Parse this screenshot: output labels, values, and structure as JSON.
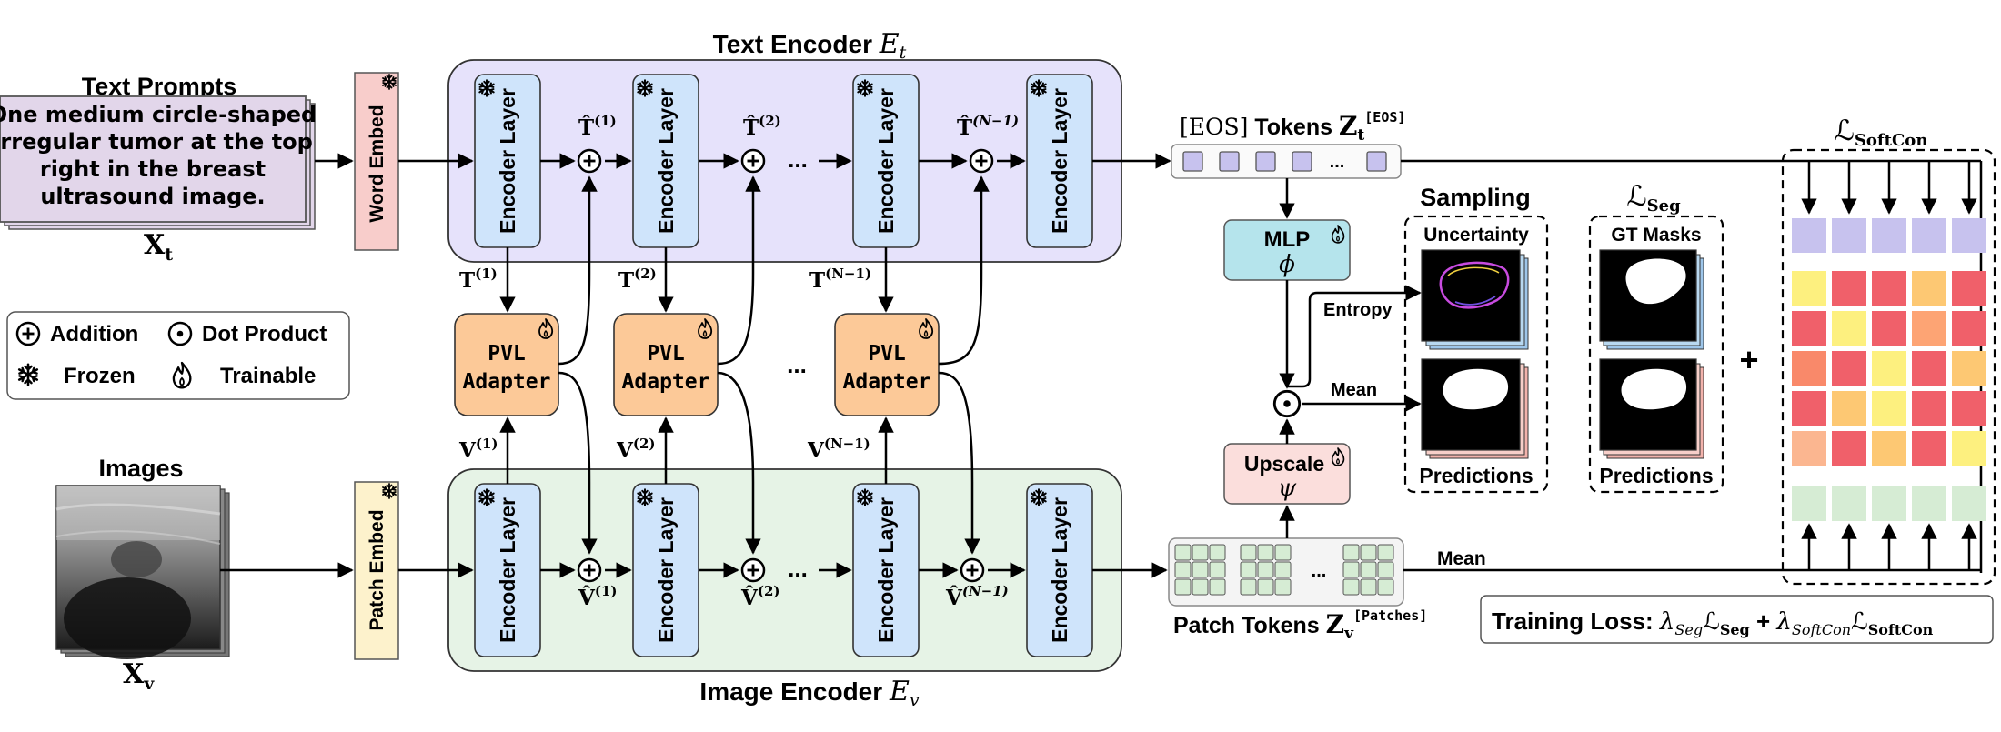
{
  "text_prompts": {
    "title": "Text Prompts",
    "lines": [
      "One medium circle-shaped",
      "irregular tumor at the top",
      "right in the breast",
      "ultrasound image."
    ],
    "var": "X",
    "var_sub": "t"
  },
  "images": {
    "title": "Images",
    "var": "X",
    "var_sub": "v"
  },
  "word_embed": "Word Embed",
  "patch_embed": "Patch Embed",
  "text_encoder": {
    "title": "Text Encoder",
    "symbol": "E",
    "symbol_sub": "t"
  },
  "image_encoder": {
    "title": "Image Encoder",
    "symbol": "E",
    "symbol_sub": "v"
  },
  "encoder_layer": "Encoder Layer",
  "adapter": {
    "line1": "PVL",
    "line2": "Adapter"
  },
  "ellipsis": "...",
  "text_tokens": {
    "that_1": "T̂",
    "that_sup_1": "(1)",
    "that_2": "T̂",
    "that_sup_2": "(2)",
    "that_n": "T̂",
    "that_sup_n": "(N−1)",
    "t_1": "T",
    "t_sup_1": "(1)",
    "t_2": "T",
    "t_sup_2": "(2)",
    "t_n": "T",
    "t_sup_n": "(N−1)"
  },
  "image_tokens": {
    "vhat_1": "V̂",
    "vhat_sup_1": "(1)",
    "vhat_2": "V̂",
    "vhat_sup_2": "(2)",
    "vhat_n": "V̂",
    "vhat_sup_n": "(N−1)",
    "v_1": "V",
    "v_sup_1": "(1)",
    "v_2": "V",
    "v_sup_2": "(2)",
    "v_n": "V",
    "v_sup_n": "(N−1)"
  },
  "eos_tokens": {
    "label_eos": "[EOS]",
    "label": "Tokens",
    "var": "Z",
    "var_sub": "t",
    "sup": "[EOS]"
  },
  "patch_tokens": {
    "label": "Patch Tokens",
    "var": "Z",
    "var_sub": "v",
    "sup": "[Patches]"
  },
  "mlp": {
    "title": "MLP",
    "symbol": "ϕ"
  },
  "upscale": {
    "title": "Upscale",
    "symbol": "ψ"
  },
  "entropy": "Entropy",
  "mean_top": "Mean",
  "mean_bottom": "Mean",
  "sampling": {
    "title": "Sampling",
    "uncertainty": "Uncertainty",
    "predictions": "Predictions"
  },
  "seg": {
    "symbol": "ℒ",
    "sub": "Seg",
    "gt_masks": "GT Masks",
    "predictions": "Predictions"
  },
  "softcon": {
    "symbol": "ℒ",
    "sub": "SoftCon"
  },
  "plus": "+",
  "legend": {
    "addition": "Addition",
    "dot_product": "Dot Product",
    "frozen": "Frozen",
    "trainable": "Trainable"
  },
  "training_loss": {
    "label": "Training Loss:",
    "lambda": "λ",
    "seg_sub": "Seg",
    "seg_l": "ℒ",
    "seg_l_sub": "Seg",
    "plus": "+",
    "softcon_sub": "SoftCon",
    "softcon_l": "ℒ",
    "softcon_l_sub": "SoftCon"
  },
  "colors": {
    "text_encoder_bg": "#e6e2fb",
    "image_encoder_bg": "#e6f3e6",
    "encoder_layer": "#cfe4fb",
    "adapter": "#fcc998",
    "word_embed": "#f8cdcb",
    "patch_embed": "#fdf2cc",
    "mlp": "#b5e4ec",
    "upscale": "#fbdedc",
    "prompt_card": "#e2d6ea",
    "token_square": "#c7c2ee",
    "patch_cell": "#d6ecd4"
  },
  "softcon_matrix": {
    "rows": [
      [
        "#fdf07f",
        "#f0606a",
        "#f0606a",
        "#fdc873",
        "#f0606a"
      ],
      [
        "#f0606a",
        "#fdf07f",
        "#f0606a",
        "#fda474",
        "#f0606a"
      ],
      [
        "#f9896a",
        "#f0606a",
        "#fdf07f",
        "#f0606a",
        "#fdc873"
      ],
      [
        "#f0606a",
        "#fdc873",
        "#fdf07f",
        "#f0606a",
        "#f0606a"
      ],
      [
        "#fbb690",
        "#f0606a",
        "#fdc873",
        "#f0606a",
        "#fdf07f"
      ]
    ]
  }
}
